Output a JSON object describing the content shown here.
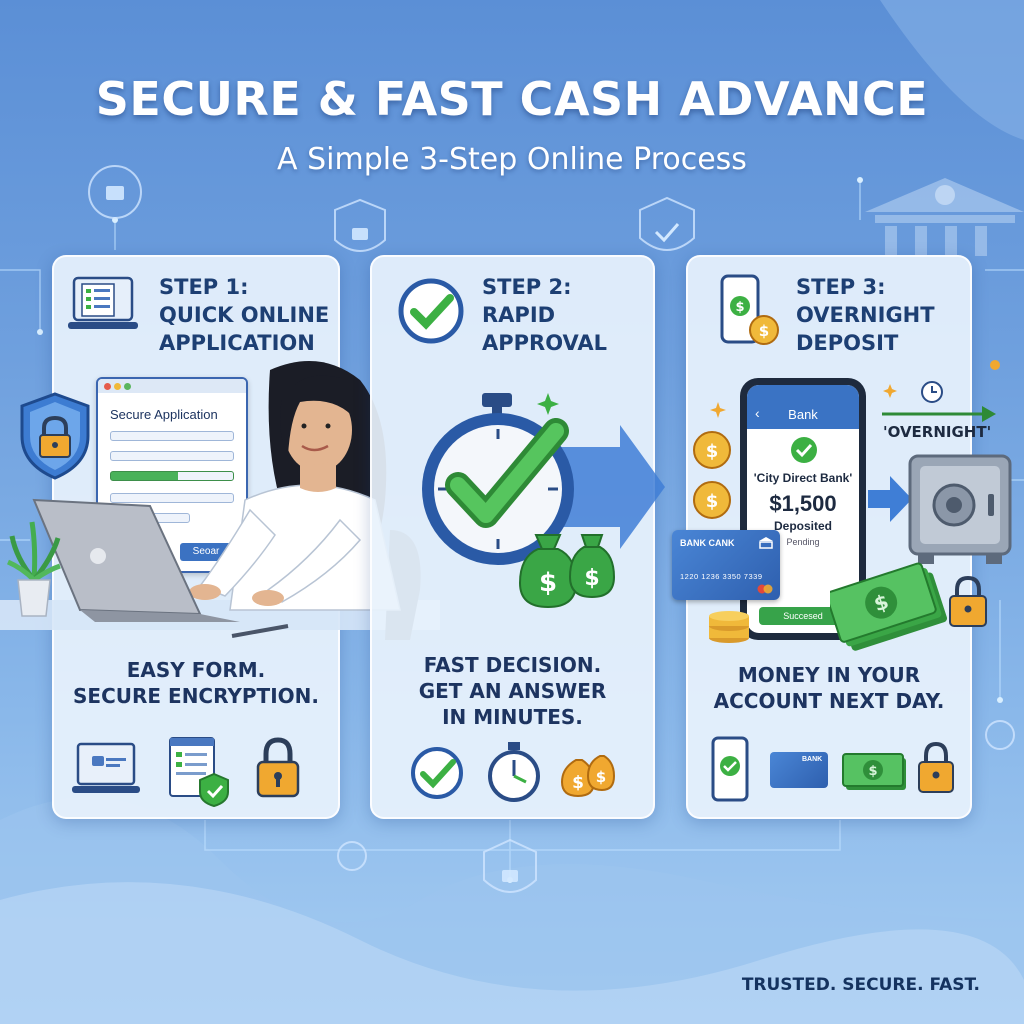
{
  "header": {
    "title": "SECURE & FAST CASH ADVANCE",
    "subtitle": "A Simple 3-Step Online Process"
  },
  "steps": [
    {
      "label_line1": "STEP 1:",
      "label_line2": "QUICK ONLINE",
      "label_line3": "APPLICATION",
      "form_title": "Secure Application",
      "form_button": "Seoar",
      "caption_line1": "EASY FORM.",
      "caption_line2": "SECURE ENCRYPTION.",
      "icon": "laptop-checklist-icon"
    },
    {
      "label_line1": "STEP 2:",
      "label_line2": "RAPID",
      "label_line3": "APPROVAL",
      "caption_line1": "FAST DECISION.",
      "caption_line2": "GET AN ANSWER",
      "caption_line3": "IN MINUTES.",
      "icon": "check-circle-icon"
    },
    {
      "label_line1": "STEP 3:",
      "label_line2": "OVERNIGHT",
      "label_line3": "DEPOSIT",
      "phone_header": "Bank",
      "bank_name": "'City Direct Bank'",
      "amount": "$1,500",
      "deposited": "Deposited",
      "pending": "Pending",
      "success_button": "Succesed",
      "card_name": "BANK CANK",
      "card_number": "1220 1236 3350 7339",
      "overnight_tag": "'OVERNIGHT'",
      "small_card_label": "BANK",
      "caption_line1": "MONEY IN YOUR",
      "caption_line2": "ACCOUNT NEXT DAY.",
      "icon": "phone-coin-icon"
    }
  ],
  "footer": {
    "tagline": "TRUSTED. SECURE. FAST."
  },
  "colors": {
    "accent_blue": "#3b72c2",
    "dark_navy": "#1d3460",
    "check_green": "#3cb043",
    "lock_gold": "#f0a830"
  }
}
